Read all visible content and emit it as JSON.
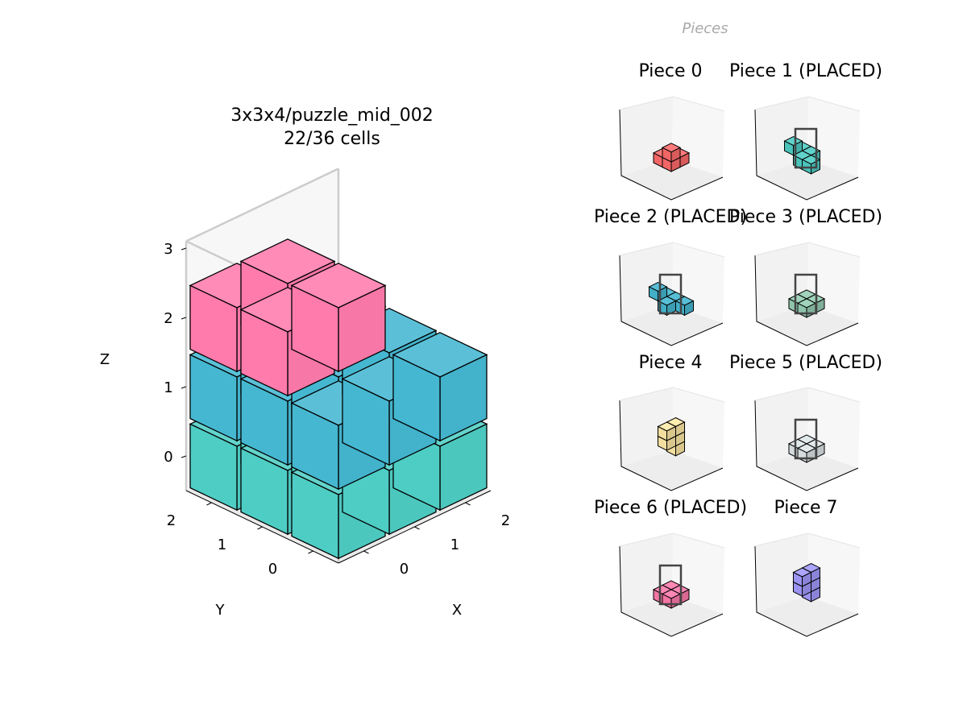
{
  "main": {
    "title": "3x3x4/puzzle_mid_002",
    "subtitle": "22/36 cells",
    "axes": {
      "x_label": "X",
      "y_label": "Y",
      "z_label": "Z",
      "x_ticks": [
        "0",
        "1",
        "2"
      ],
      "y_ticks": [
        "0",
        "1",
        "2"
      ],
      "z_ticks": [
        "0",
        "1",
        "2",
        "3"
      ]
    },
    "layers": [
      {
        "level": 0,
        "color": "#4ECDC4",
        "filled": 9
      },
      {
        "level": 1,
        "color": "#45B7D1",
        "filled": 9
      },
      {
        "level": 2,
        "color": "#FF7BAC",
        "filled": 4
      }
    ]
  },
  "panel": {
    "title": "Pieces",
    "pieces": [
      {
        "label": "Piece 0",
        "color": "#FF6B6B",
        "shape": "corner-step",
        "placed": false
      },
      {
        "label": "Piece 1 (PLACED)",
        "color": "#4ECDC4",
        "shape": "flat-s",
        "placed": true
      },
      {
        "label": "Piece 2 (PLACED)",
        "color": "#45B7D1",
        "shape": "flat-t",
        "placed": true
      },
      {
        "label": "Piece 3 (PLACED)",
        "color": "#96CEB4",
        "shape": "flat-l",
        "placed": true
      },
      {
        "label": "Piece 4",
        "color": "#FFEAA7",
        "shape": "tall-step",
        "placed": false
      },
      {
        "label": "Piece 5 (PLACED)",
        "color": "#DFE6E9",
        "shape": "flat-l",
        "placed": true
      },
      {
        "label": "Piece 6 (PLACED)",
        "color": "#FF7BAC",
        "shape": "flat-l",
        "placed": true
      },
      {
        "label": "Piece 7",
        "color": "#A29BFE",
        "shape": "tall-l",
        "placed": false
      }
    ]
  }
}
